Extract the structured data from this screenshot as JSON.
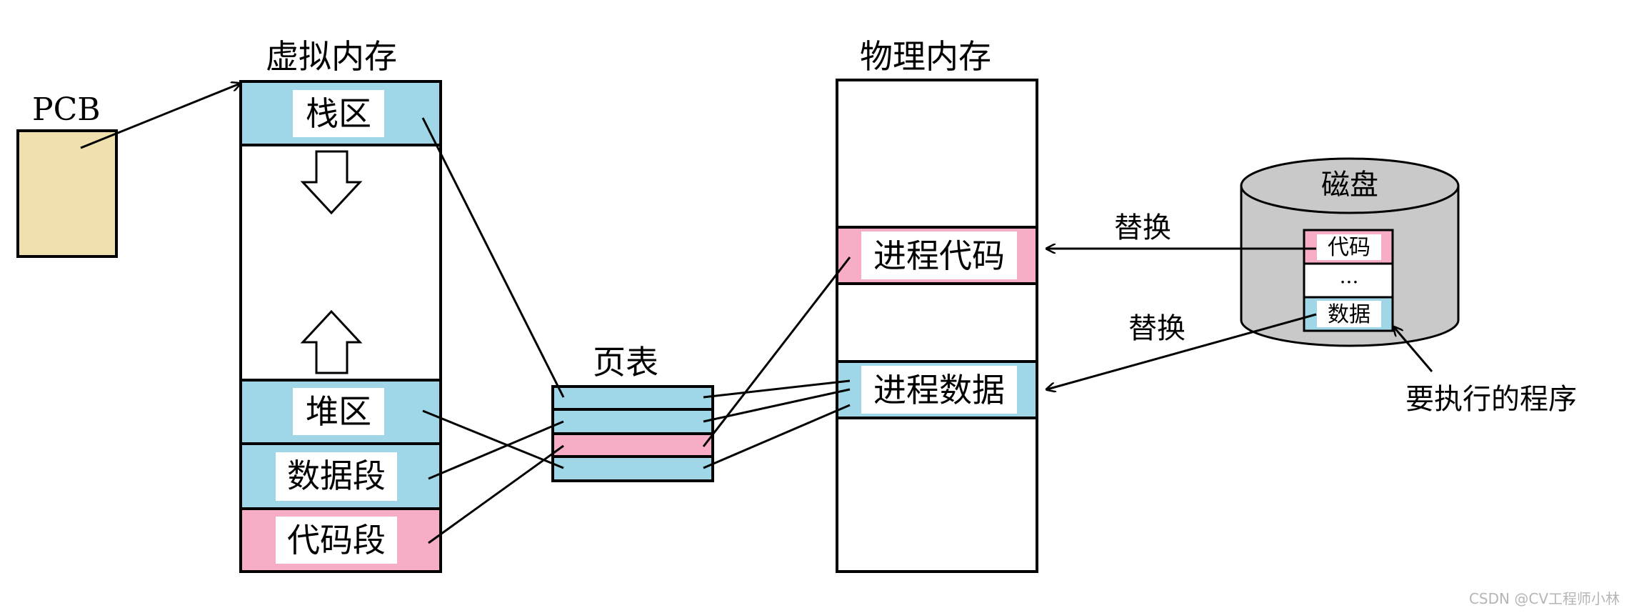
{
  "pcb": {
    "label": "PCB"
  },
  "virtual_memory": {
    "title": "虚拟内存",
    "stack": "栈区",
    "heap": "堆区",
    "data_segment": "数据段",
    "code_segment": "代码段"
  },
  "page_table": {
    "title": "页表"
  },
  "physical_memory": {
    "title": "物理内存",
    "process_code": "进程代码",
    "process_data": "进程数据"
  },
  "disk": {
    "title": "磁盘",
    "code": "代码",
    "ellipsis": "...",
    "data": "数据",
    "program_label": "要执行的程序"
  },
  "swap_labels": {
    "top": "替换",
    "bottom": "替换"
  },
  "watermark": "CSDN @CV工程师小林",
  "colors": {
    "blue": "#9fd7e8",
    "pink": "#f8adc6",
    "pcb": "#efe0ae",
    "disk": "#c9c9c9",
    "stroke": "#000000"
  }
}
